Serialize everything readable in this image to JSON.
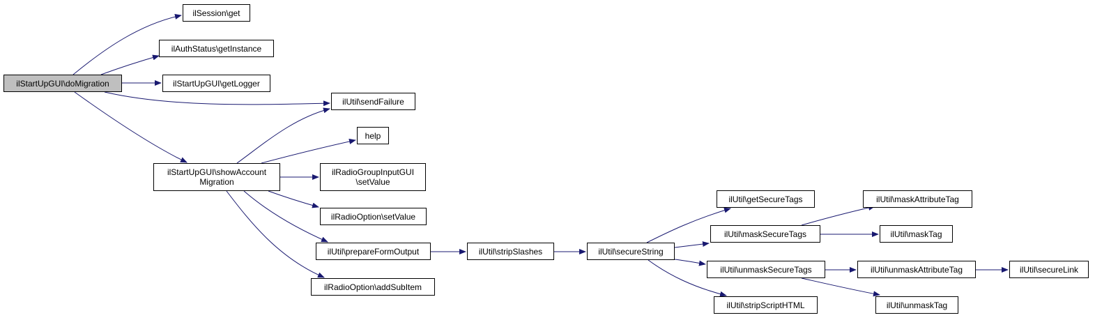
{
  "colors": {
    "edge": "#191970",
    "root_fill": "#bfbfbf",
    "node_fill": "#ffffff",
    "node_border": "#000000"
  },
  "nodes": {
    "root": {
      "label": "ilStartUpGUI\\doMigration"
    },
    "session_get": {
      "label": "ilSession\\get"
    },
    "auth_status": {
      "label": "ilAuthStatus\\getInstance"
    },
    "get_logger": {
      "label": "ilStartUpGUI\\getLogger"
    },
    "send_failure": {
      "label": "ilUtil\\sendFailure"
    },
    "show_account": {
      "line1": "ilStartUpGUI\\showAccount",
      "line2": "Migration"
    },
    "help": {
      "label": "help"
    },
    "radio_group": {
      "line1": "ilRadioGroupInputGUI",
      "line2": "\\setValue"
    },
    "radio_option_set": {
      "label": "ilRadioOption\\setValue"
    },
    "prepare_form": {
      "label": "ilUtil\\prepareFormOutput"
    },
    "add_sub_item": {
      "label": "ilRadioOption\\addSubItem"
    },
    "strip_slashes": {
      "label": "ilUtil\\stripSlashes"
    },
    "secure_string": {
      "label": "ilUtil\\secureString"
    },
    "get_secure_tags": {
      "label": "ilUtil\\getSecureTags"
    },
    "mask_secure_tags": {
      "label": "ilUtil\\maskSecureTags"
    },
    "unmask_secure_tags": {
      "label": "ilUtil\\unmaskSecureTags"
    },
    "strip_script": {
      "label": "ilUtil\\stripScriptHTML"
    },
    "mask_attr_tag": {
      "label": "ilUtil\\maskAttributeTag"
    },
    "mask_tag": {
      "label": "ilUtil\\maskTag"
    },
    "unmask_attr_tag": {
      "label": "ilUtil\\unmaskAttributeTag"
    },
    "unmask_tag": {
      "label": "ilUtil\\unmaskTag"
    },
    "secure_link": {
      "label": "ilUtil\\secureLink"
    }
  }
}
